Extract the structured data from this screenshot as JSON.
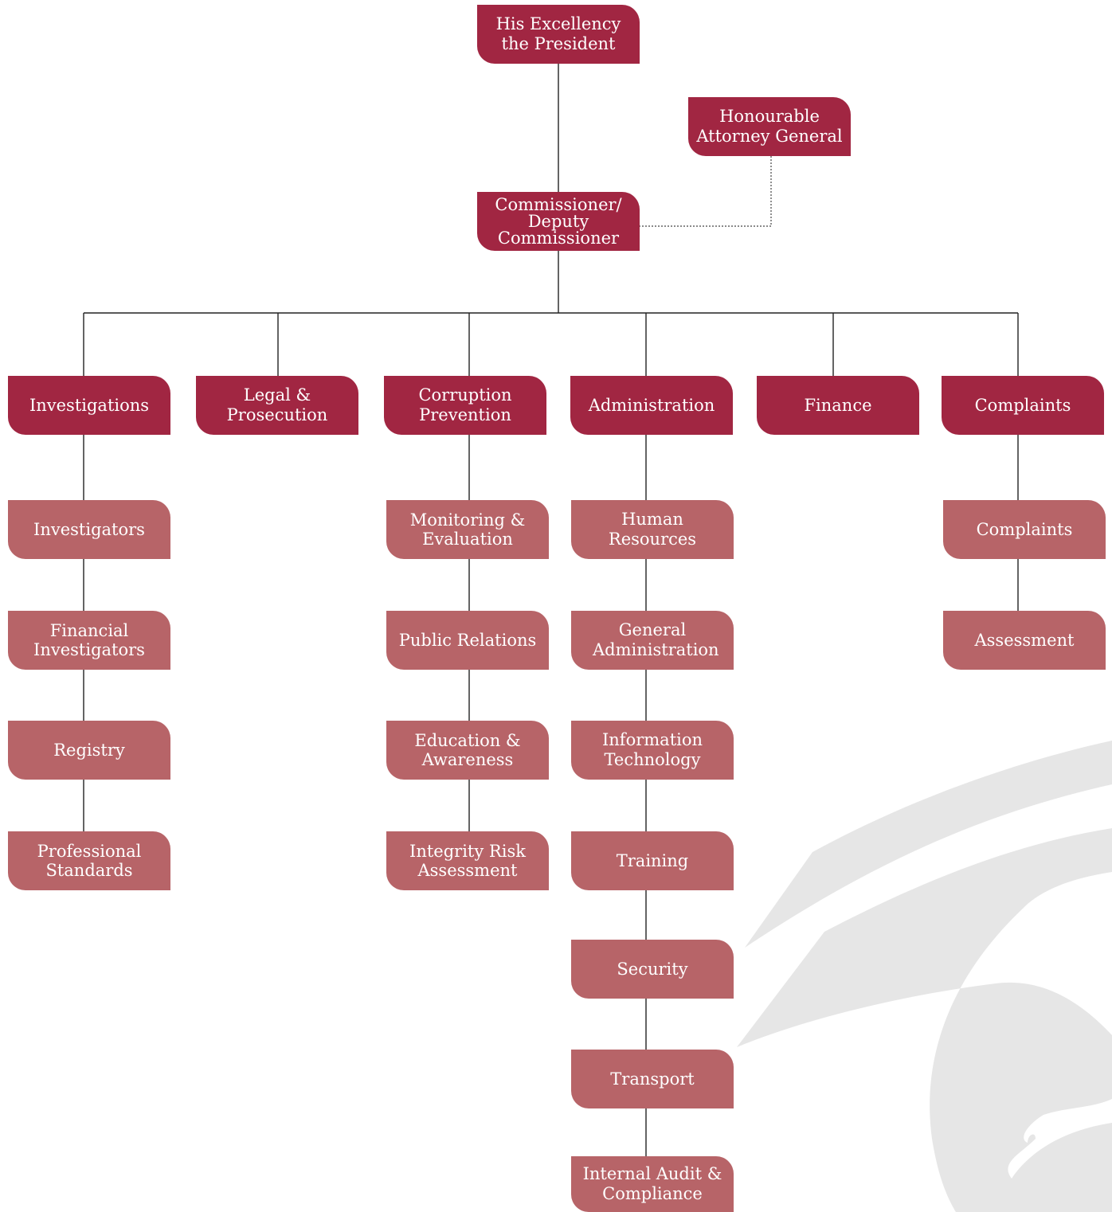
{
  "colors": {
    "primary_box": "#a12642",
    "secondary_box": "#b76468",
    "line": "#222222",
    "watermark": "#e6e6e6"
  },
  "watermark_icon": "swoosh-logo-watermark",
  "top": {
    "president": "His Excellency the President",
    "attorney_general": "Honourable Attorney General",
    "commissioner": "Commissioner/ Deputy Commissioner"
  },
  "departments": [
    {
      "title": "Investigations",
      "units": [
        "Investigators",
        "Financial Investigators",
        "Registry",
        "Professional Standards"
      ]
    },
    {
      "title": "Legal & Prosecution",
      "units": []
    },
    {
      "title": "Corruption Prevention",
      "units": [
        "Monitoring & Evaluation",
        "Public Relations",
        "Education & Awareness",
        "Integrity Risk Assessment"
      ]
    },
    {
      "title": "Administration",
      "units": [
        "Human Resources",
        "General Administration",
        "Information Technology",
        "Training",
        "Security",
        "Transport",
        "Internal Audit & Compliance"
      ]
    },
    {
      "title": "Finance",
      "units": []
    },
    {
      "title": "Complaints",
      "units": [
        "Complaints",
        "Assessment"
      ]
    }
  ]
}
